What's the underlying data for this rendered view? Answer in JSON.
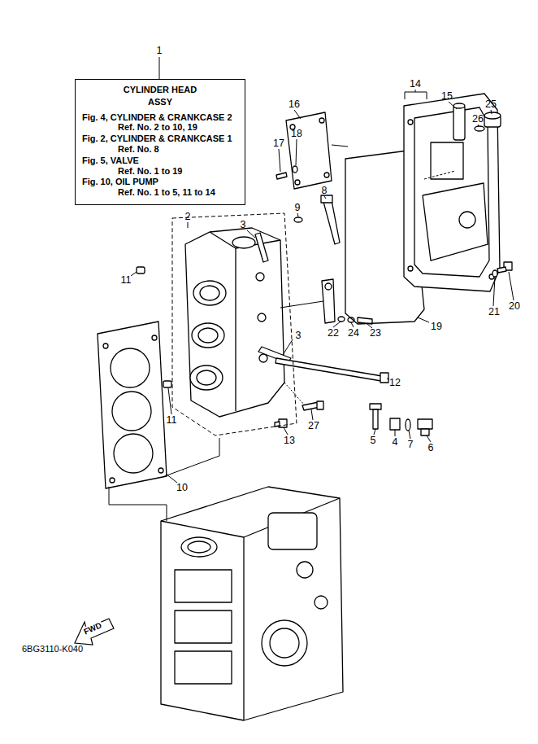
{
  "diagram": {
    "nodes": [
      {
        "text": [
          "CYLINDER HEAD",
          "ASSY",
          "Fig. 4, CYLINDER & CRANKCASE 2",
          "Ref. No. 2 to 10, 19",
          "Fig. 2, CYLINDER & CRANKCASE 1",
          "Ref. No. 8",
          "Fig. 5, VALVE",
          "Ref. No. 1 to 19",
          "Fig. 10, OIL PUMP",
          "Ref. No. 1 to 5, 11 to 14"
        ]
      }
    ],
    "labels": [
      "1",
      "2",
      "3",
      "9",
      "8",
      "17",
      "18",
      "16",
      "14",
      "15",
      "25",
      "26",
      "11",
      "11",
      "3",
      "22",
      "24",
      "23",
      "19",
      "21",
      "20",
      "12",
      "27",
      "13",
      "5",
      "4",
      "7",
      "6",
      "10",
      "FWD",
      "6BG3110-K040"
    ]
  }
}
